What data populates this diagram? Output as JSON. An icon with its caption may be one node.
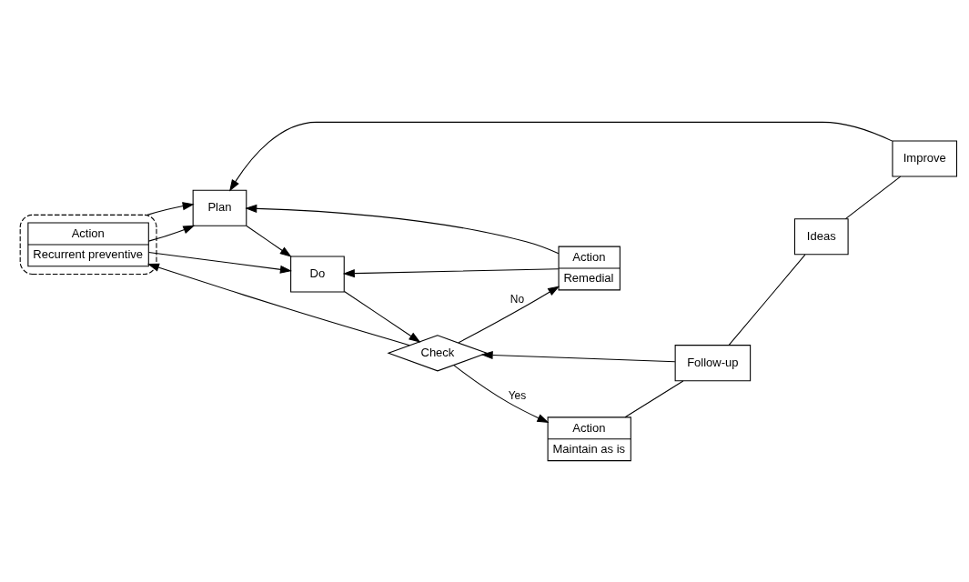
{
  "diagram": {
    "nodes": [
      {
        "text": [
          "Plan"
        ]
      },
      {
        "text": [
          "Do"
        ]
      },
      {
        "text": [
          "Check"
        ]
      },
      {
        "text": [
          "Action",
          "Maintain as is"
        ]
      },
      {
        "text": [
          "Action",
          "Remedial"
        ]
      },
      {
        "text": [
          "Follow-up"
        ]
      },
      {
        "text": [
          "Ideas"
        ]
      },
      {
        "text": [],
        "shape": "ellipse"
      },
      {
        "text": [
          "Action",
          "Recurrent preventive"
        ],
        "in": 7
      },
      {
        "text": [
          "Improve"
        ]
      }
    ],
    "edges": [
      {
        "from": 0,
        "to": 1,
        "arrow": "to"
      },
      {
        "from": 1,
        "to": 2,
        "arrow": "to"
      },
      {
        "from": 2,
        "to": 3,
        "arrow": "to",
        "label": "Yes"
      },
      {
        "from": 2,
        "to": 4,
        "arrow": "to",
        "label": "No"
      },
      {
        "from": 2,
        "to": 8,
        "arrow": "to"
      },
      {
        "from": 4,
        "to": 0,
        "arrow": "to"
      },
      {
        "from": 4,
        "to": 1,
        "arrow": "to"
      },
      {
        "from": 8,
        "to": 0,
        "arrow": "to"
      },
      {
        "from": 8,
        "to": 1,
        "arrow": "to"
      },
      {
        "from": 3,
        "to": 5,
        "arrow": "none"
      },
      {
        "from": 5,
        "to": 6,
        "arrow": "none"
      },
      {
        "from": 6,
        "to": 9,
        "arrow": "none"
      },
      {
        "from": 5,
        "to": 2,
        "arrow": "to"
      },
      {
        "from": 9,
        "to": 0,
        "arrow": "to"
      },
      {
        "from": 7,
        "to": 0,
        "arrow": "to"
      }
    ]
  }
}
